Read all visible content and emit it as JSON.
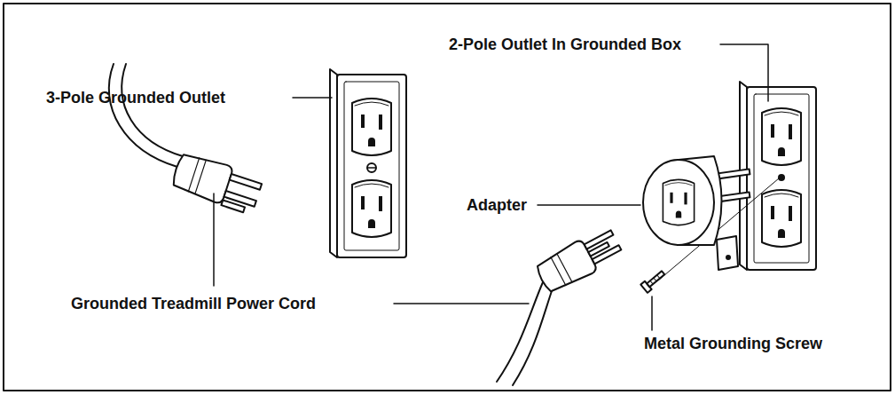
{
  "diagram": {
    "labels": [
      "3-Pole Grounded Outlet",
      "2-Pole Outlet In Grounded Box",
      "Adapter",
      "Grounded Treadmill Power Cord",
      "Metal Grounding Screw"
    ]
  }
}
